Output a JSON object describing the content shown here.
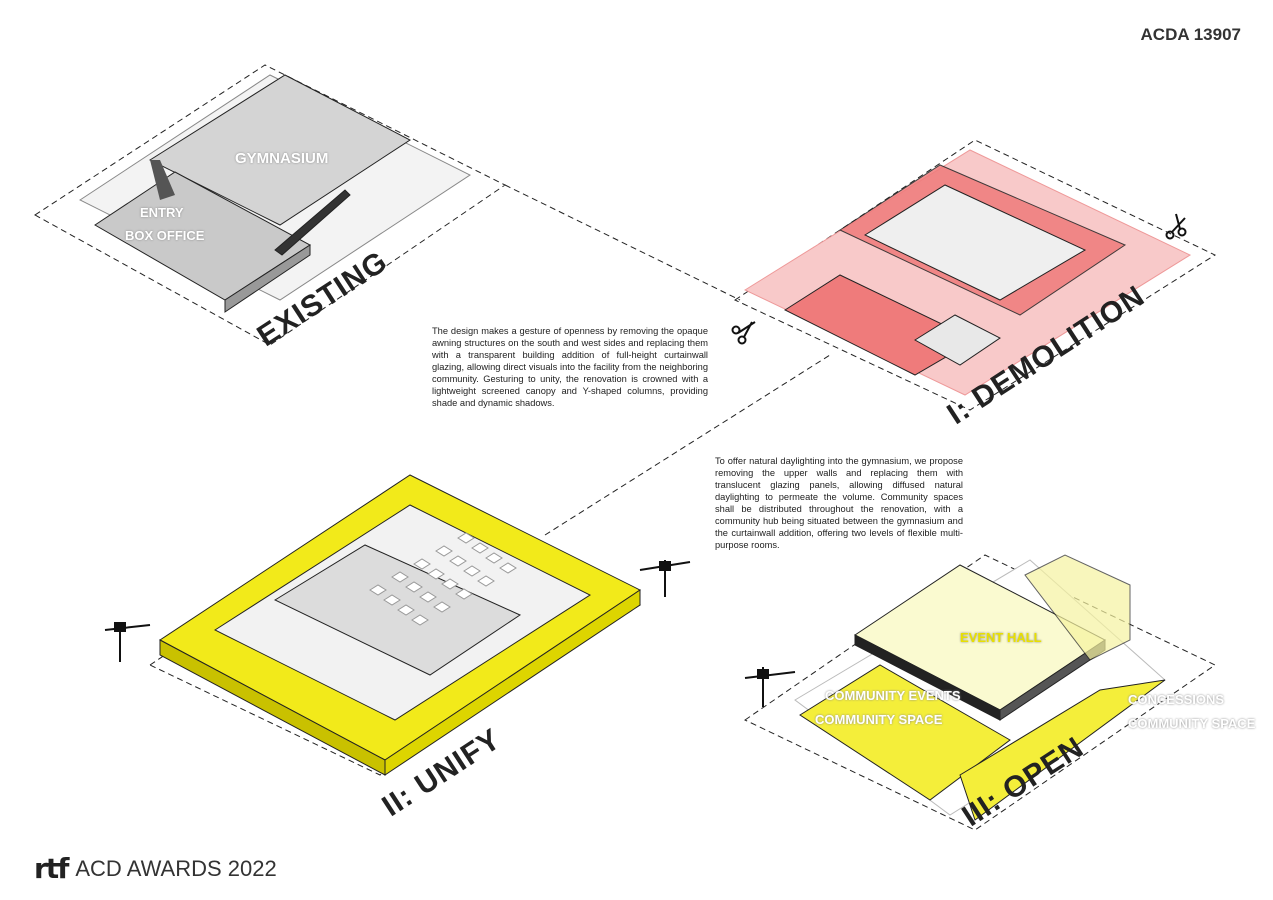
{
  "header": {
    "code": "ACDA 13907"
  },
  "stages": {
    "existing": "EXISTING",
    "demolition": "I: DEMOLITION",
    "unify": "II: UNIFY",
    "open": "III: OPEN"
  },
  "labels": {
    "gymnasium": "GYMNASIUM",
    "entry": "ENTRY",
    "box_office": "BOX OFFICE",
    "event_hall": "EVENT HALL",
    "community_events": "COMMUNITY EVENTS",
    "community_space_left": "COMMUNITY SPACE",
    "concessions": "CONCESSIONS",
    "community_space_right": "COMMUNITY SPACE"
  },
  "text": {
    "paragraph_1": "The design makes a gesture of openness by removing the opaque awning structures on the south and west sides and replacing them with a transparent building addition of full-height curtainwall glazing, allowing direct visuals into the facility from the neighboring community. Gesturing to unity, the renovation is crowned with a lightweight screened canopy and Y-shaped columns, providing shade and dynamic shadows.",
    "paragraph_2": "To offer natural daylighting into the gymnasium, we propose removing the upper walls and replacing them with translucent glazing panels, allowing diffused natural daylighting to permeate the volume. Community spaces shall be distributed throughout the renovation, with a community hub being situated between the gymnasium and the curtainwall addition, offering two levels of flexible multi-purpose rooms."
  },
  "footer": {
    "logo": "rtf",
    "award": "ACD AWARDS 2022"
  },
  "colors": {
    "demolition": "#ef7b7b",
    "unify": "#f2ea1a",
    "open": "#f4ee3a",
    "grey": "#d9d9d9"
  },
  "icons": [
    "scissors-icon",
    "crane-icon"
  ]
}
